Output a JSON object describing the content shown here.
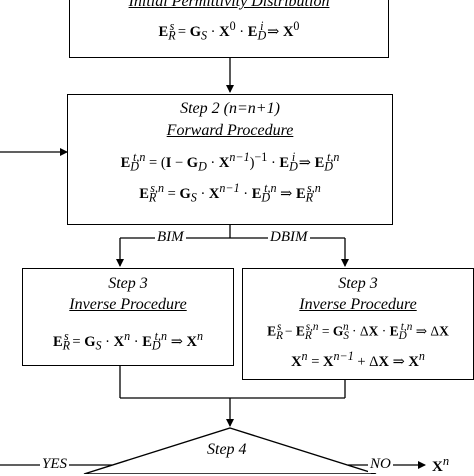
{
  "box1": {
    "subtitle": "Initial Permittivity Distribution",
    "eq": "E_R^s = G_S · X^0 · E_D^i ⇒ X^0"
  },
  "step2": {
    "title": "Step 2 (n=n+1)",
    "subtitle": "Forward Procedure",
    "eq1": "E_D^{t,n} = (I − G_D · X^{n−1})^{−1} · E_D^i ⇒ E_D^{t,n}",
    "eq2": "E_R^{s,n} = G_S · X^{n−1} · E_D^{t,n} ⇒ E_R^{s,n}"
  },
  "branches": {
    "left": "BIM",
    "right": "DBIM"
  },
  "step3_bim": {
    "title": "Step 3",
    "subtitle": "Inverse Procedure",
    "eq": "E_R^s = G_S · X^n · E_D^{t,n} ⇒ X^n"
  },
  "step3_dbim": {
    "title": "Step 3",
    "subtitle": "Inverse Procedure",
    "eq1": "E_R^s − E_R^{s,n} = G_S^n · ΔX · E_D^{t,n} ⇒ ΔX",
    "eq2": "X^n = X^{n−1} + ΔX ⇒ X^n"
  },
  "step4": {
    "title": "Step 4",
    "yes": "YES",
    "no": "NO",
    "output": "X^n"
  }
}
